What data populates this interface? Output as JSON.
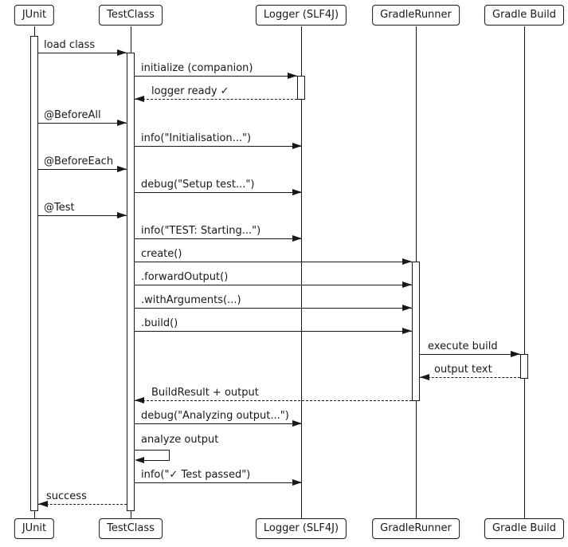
{
  "participants": [
    {
      "name": "JUnit"
    },
    {
      "name": "TestClass"
    },
    {
      "name": "Logger (SLF4J)"
    },
    {
      "name": "GradleRunner"
    },
    {
      "name": "Gradle Build"
    }
  ],
  "messages": [
    {
      "label": "load class",
      "from": "JUnit",
      "to": "TestClass",
      "kind": "sync"
    },
    {
      "label": "initialize (companion)",
      "from": "TestClass",
      "to": "Logger (SLF4J)",
      "kind": "sync"
    },
    {
      "label": "logger ready ✓",
      "from": "Logger (SLF4J)",
      "to": "TestClass",
      "kind": "return"
    },
    {
      "label": "@BeforeAll",
      "from": "JUnit",
      "to": "TestClass",
      "kind": "sync"
    },
    {
      "label": "info(\"Initialisation...\")",
      "from": "TestClass",
      "to": "Logger (SLF4J)",
      "kind": "sync"
    },
    {
      "label": "@BeforeEach",
      "from": "JUnit",
      "to": "TestClass",
      "kind": "sync"
    },
    {
      "label": "debug(\"Setup test...\")",
      "from": "TestClass",
      "to": "Logger (SLF4J)",
      "kind": "sync"
    },
    {
      "label": "@Test",
      "from": "JUnit",
      "to": "TestClass",
      "kind": "sync"
    },
    {
      "label": "info(\"TEST: Starting...\")",
      "from": "TestClass",
      "to": "Logger (SLF4J)",
      "kind": "sync"
    },
    {
      "label": "create()",
      "from": "TestClass",
      "to": "GradleRunner",
      "kind": "sync"
    },
    {
      "label": ".forwardOutput()",
      "from": "TestClass",
      "to": "GradleRunner",
      "kind": "sync"
    },
    {
      "label": ".withArguments(...)",
      "from": "TestClass",
      "to": "GradleRunner",
      "kind": "sync"
    },
    {
      "label": ".build()",
      "from": "TestClass",
      "to": "GradleRunner",
      "kind": "sync"
    },
    {
      "label": "execute build",
      "from": "GradleRunner",
      "to": "Gradle Build",
      "kind": "sync"
    },
    {
      "label": "output text",
      "from": "Gradle Build",
      "to": "GradleRunner",
      "kind": "return"
    },
    {
      "label": "BuildResult + output",
      "from": "GradleRunner",
      "to": "TestClass",
      "kind": "return"
    },
    {
      "label": "debug(\"Analyzing output...\")",
      "from": "TestClass",
      "to": "Logger (SLF4J)",
      "kind": "sync"
    },
    {
      "label": "analyze output",
      "from": "TestClass",
      "to": "TestClass",
      "kind": "self"
    },
    {
      "label": "info(\"✓ Test passed\")",
      "from": "TestClass",
      "to": "Logger (SLF4J)",
      "kind": "sync"
    },
    {
      "label": "success",
      "from": "TestClass",
      "to": "JUnit",
      "kind": "return"
    }
  ],
  "colors": {
    "line": "#181818",
    "background": "#ffffff",
    "participant_fill": "#ffffff"
  }
}
